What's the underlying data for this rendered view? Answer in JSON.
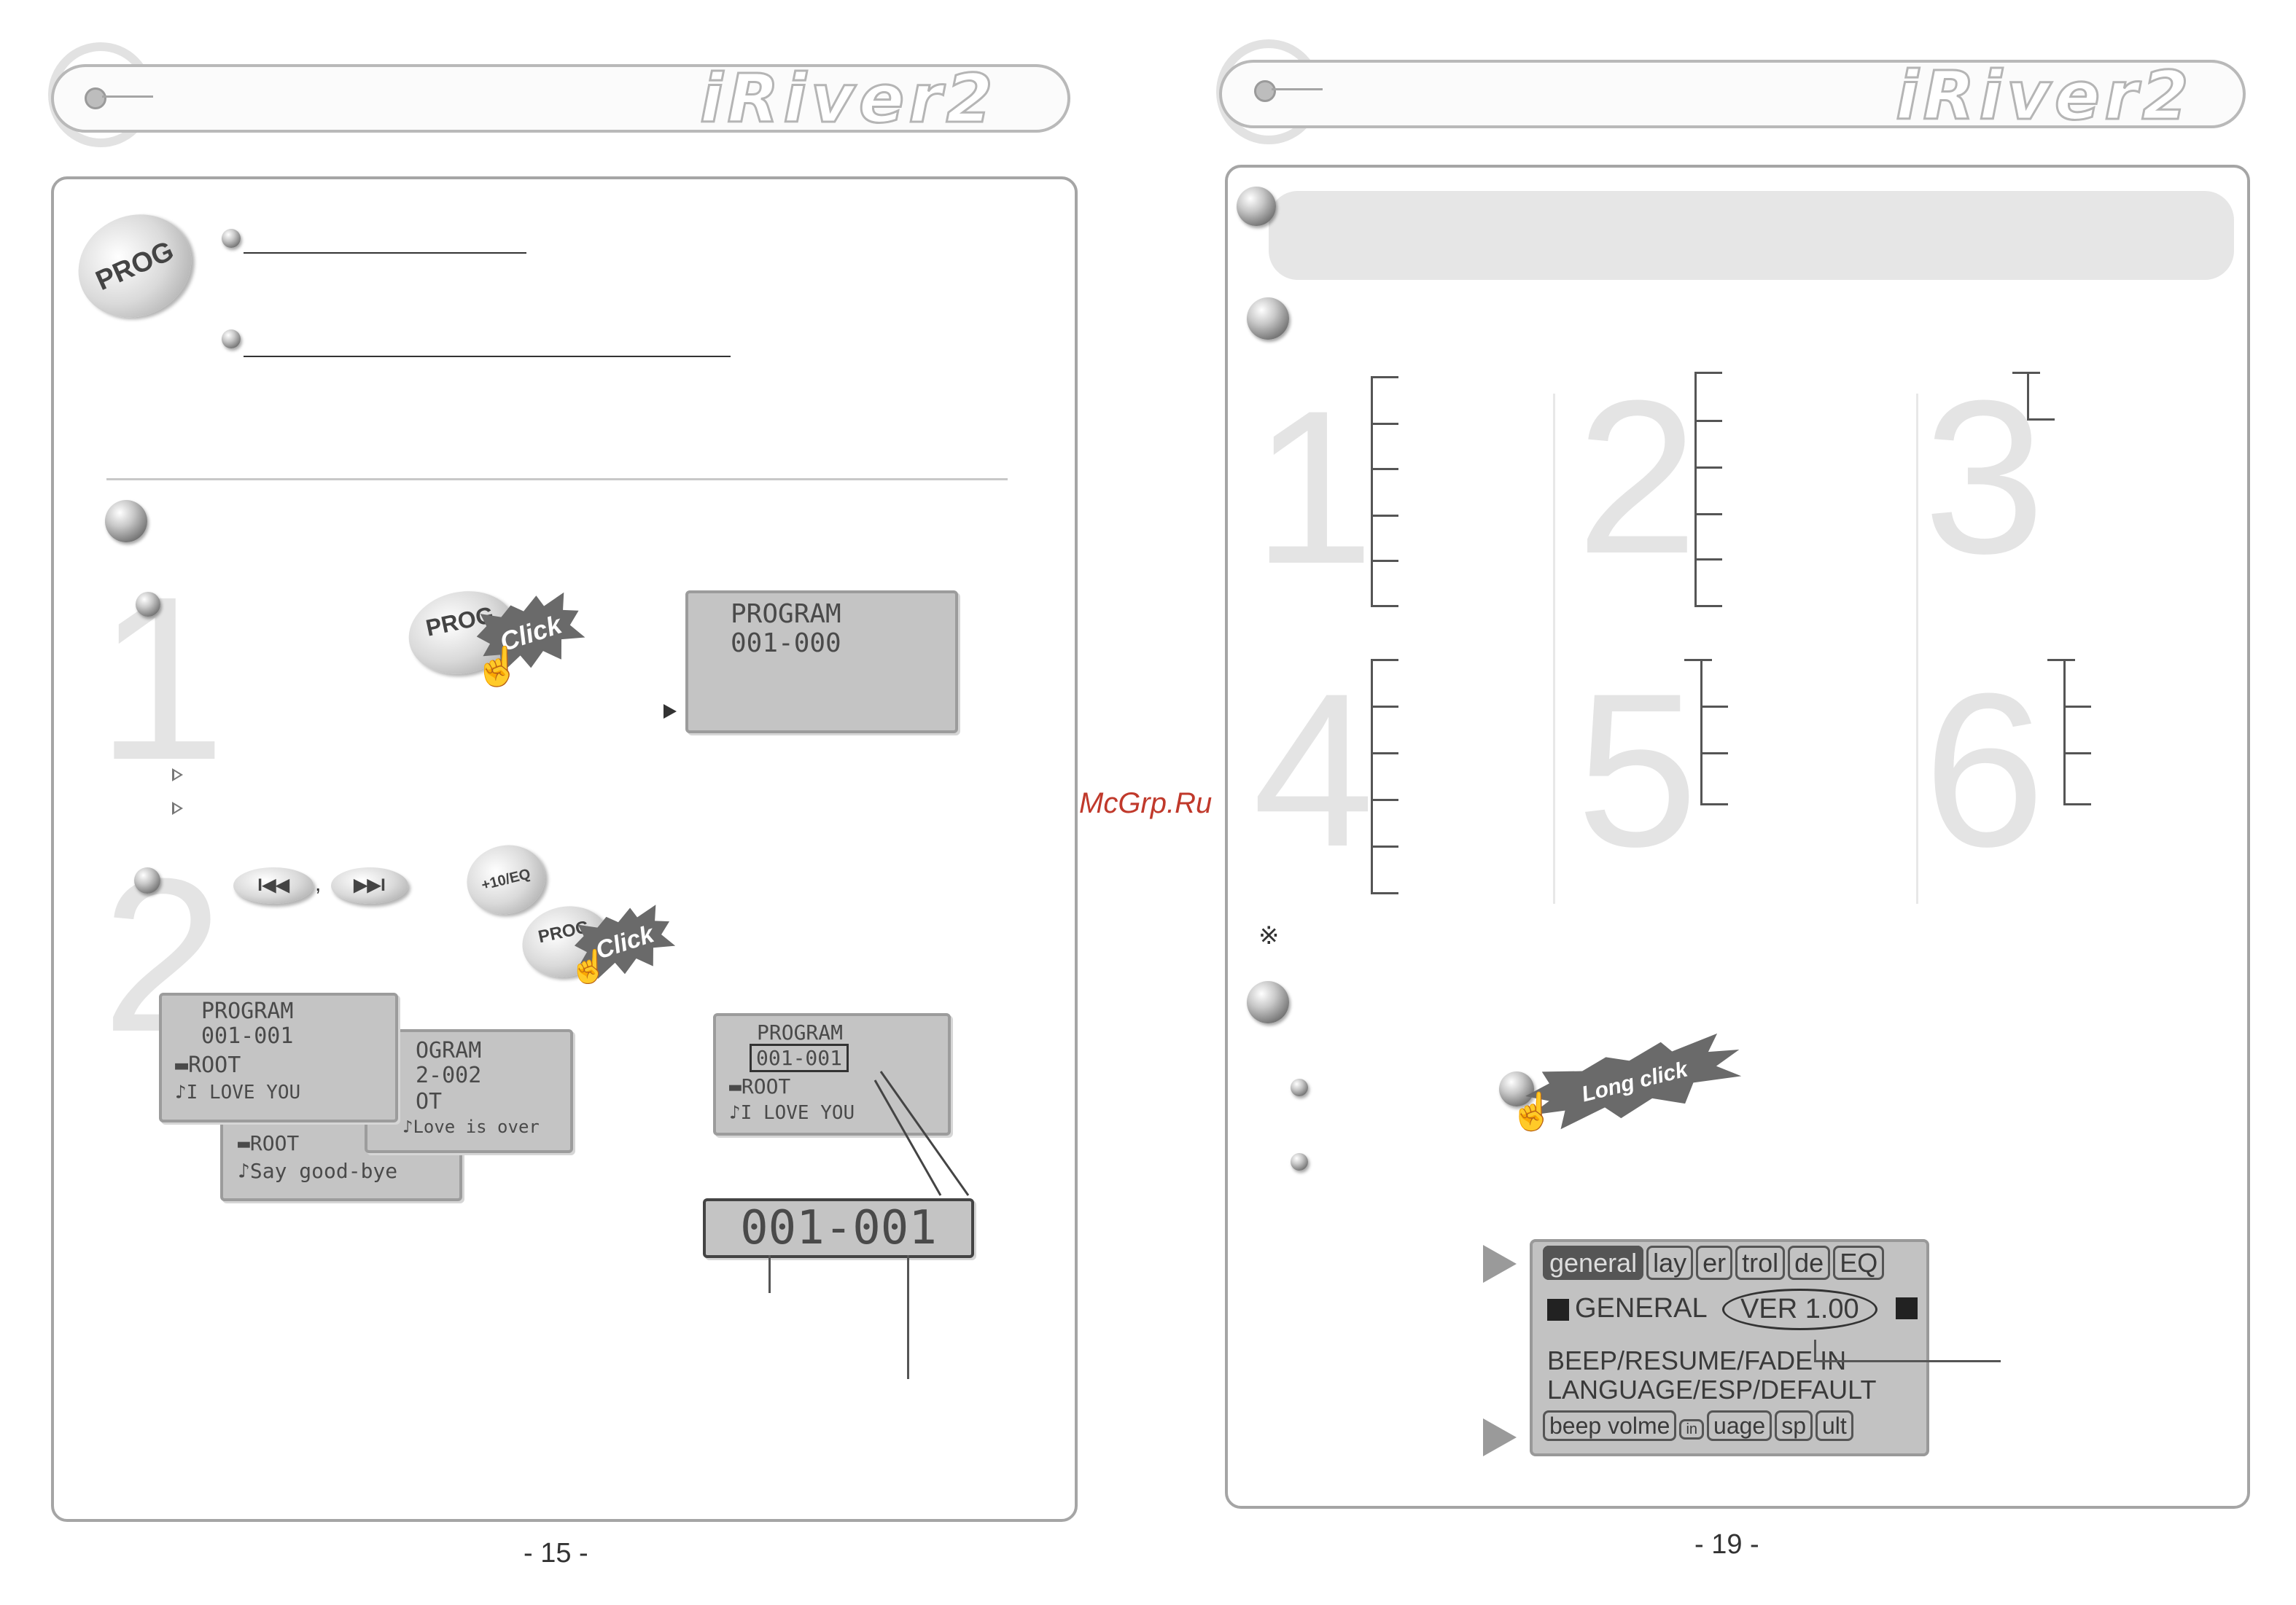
{
  "left_page": {
    "logo": "iRiver2",
    "prog_badge": "PROG",
    "step1": {
      "digit": "1",
      "button_label": "PROG",
      "click_label": "Click",
      "lcd": {
        "line1": "PROGRAM",
        "line2": "001-000"
      }
    },
    "step2": {
      "digit": "2",
      "btn_prev": "I◀◀",
      "btn_next": "▶▶I",
      "btn_eq": "+10/EQ",
      "separator": ",",
      "button_label": "PROG",
      "click_label": "Click",
      "lcd_a": {
        "line1": "PROGRAM",
        "line2": "001-001",
        "line3": "ROOT",
        "line4": "I  LOVE  YOU"
      },
      "lcd_b": {
        "line1": "OGRAM",
        "line2": "2-002",
        "line3": "OT",
        "line4": "Love is over"
      },
      "lcd_c": {
        "line1": "ROOT",
        "line2": "Say  good-bye"
      },
      "lcd_d": {
        "line1": "PROGRAM",
        "line2": "001-001",
        "line3": "ROOT",
        "line4": "I  LOVE  YOU"
      },
      "zoom_number": "001-001"
    },
    "page_number": "- 15 -"
  },
  "right_page": {
    "logo": "iRiver2",
    "digits": [
      "1",
      "2",
      "3",
      "4",
      "5",
      "6"
    ],
    "note_symbol": "※",
    "long_click_label": "Long click",
    "general_screen": {
      "tabs_top": [
        "general",
        "lay",
        "er",
        "trol",
        "de",
        "EQ"
      ],
      "line_general": "GENERAL",
      "version": "VER 1.00",
      "line3": "BEEP/RESUME/FADE IN",
      "line4": "LANGUAGE/ESP/DEFAULT",
      "tabs_bottom": [
        "beep volme",
        "in",
        "uage",
        "sp",
        "ult"
      ]
    },
    "page_number": "- 19 -"
  },
  "watermark": "McGrp.Ru"
}
